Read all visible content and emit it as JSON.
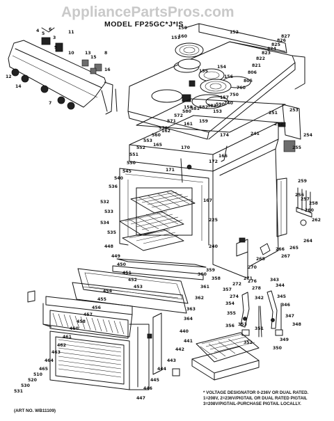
{
  "watermark": "AppliancePartsPros.com",
  "model_title": "MODEL FP25GC*J*IS",
  "callouts": [
    "6",
    "5",
    "4",
    "11",
    "3",
    "9",
    "13",
    "15",
    "10",
    "8",
    "12",
    "14",
    "7",
    "16",
    "150",
    "160",
    "151",
    "152",
    "154",
    "155",
    "156",
    "157",
    "153",
    "158",
    "159",
    "161",
    "162",
    "165",
    "170",
    "171",
    "172",
    "174",
    "166",
    "167",
    "225",
    "240",
    "241",
    "251",
    "252",
    "253",
    "254",
    "255",
    "256",
    "257",
    "258",
    "259",
    "260",
    "262",
    "264",
    "265",
    "266",
    "267",
    "268",
    "270",
    "271",
    "272",
    "274",
    "276",
    "278",
    "342",
    "343",
    "344",
    "345",
    "346",
    "347",
    "348",
    "349",
    "350",
    "351",
    "352",
    "353",
    "354",
    "355",
    "356",
    "357",
    "358",
    "359",
    "360",
    "361",
    "362",
    "363",
    "364",
    "440",
    "441",
    "442",
    "443",
    "444",
    "445",
    "446",
    "447",
    "448",
    "449",
    "450",
    "451",
    "452",
    "453",
    "454",
    "455",
    "456",
    "457",
    "458",
    "460",
    "461",
    "462",
    "463",
    "464",
    "465",
    "510",
    "520",
    "530",
    "531",
    "532",
    "533",
    "534",
    "535",
    "536",
    "540",
    "545",
    "550",
    "551",
    "552",
    "553",
    "560",
    "570",
    "571",
    "572",
    "580",
    "581",
    "582",
    "583",
    "590",
    "740",
    "750",
    "760",
    "805",
    "806",
    "821",
    "822",
    "823",
    "824",
    "825",
    "826",
    "827"
  ],
  "notes": [
    "* VOLTAGE DESIGNATOR 0-236V OR DUAL RATED.",
    "1=208V, 2=236V/PIGTAIL OR DUAL RATED PIGTAIL",
    "3=208V/PIGTAIL-PURCHASE PIGTAIL LOCALLY."
  ],
  "art_number": "(ART NO. WB11109)"
}
